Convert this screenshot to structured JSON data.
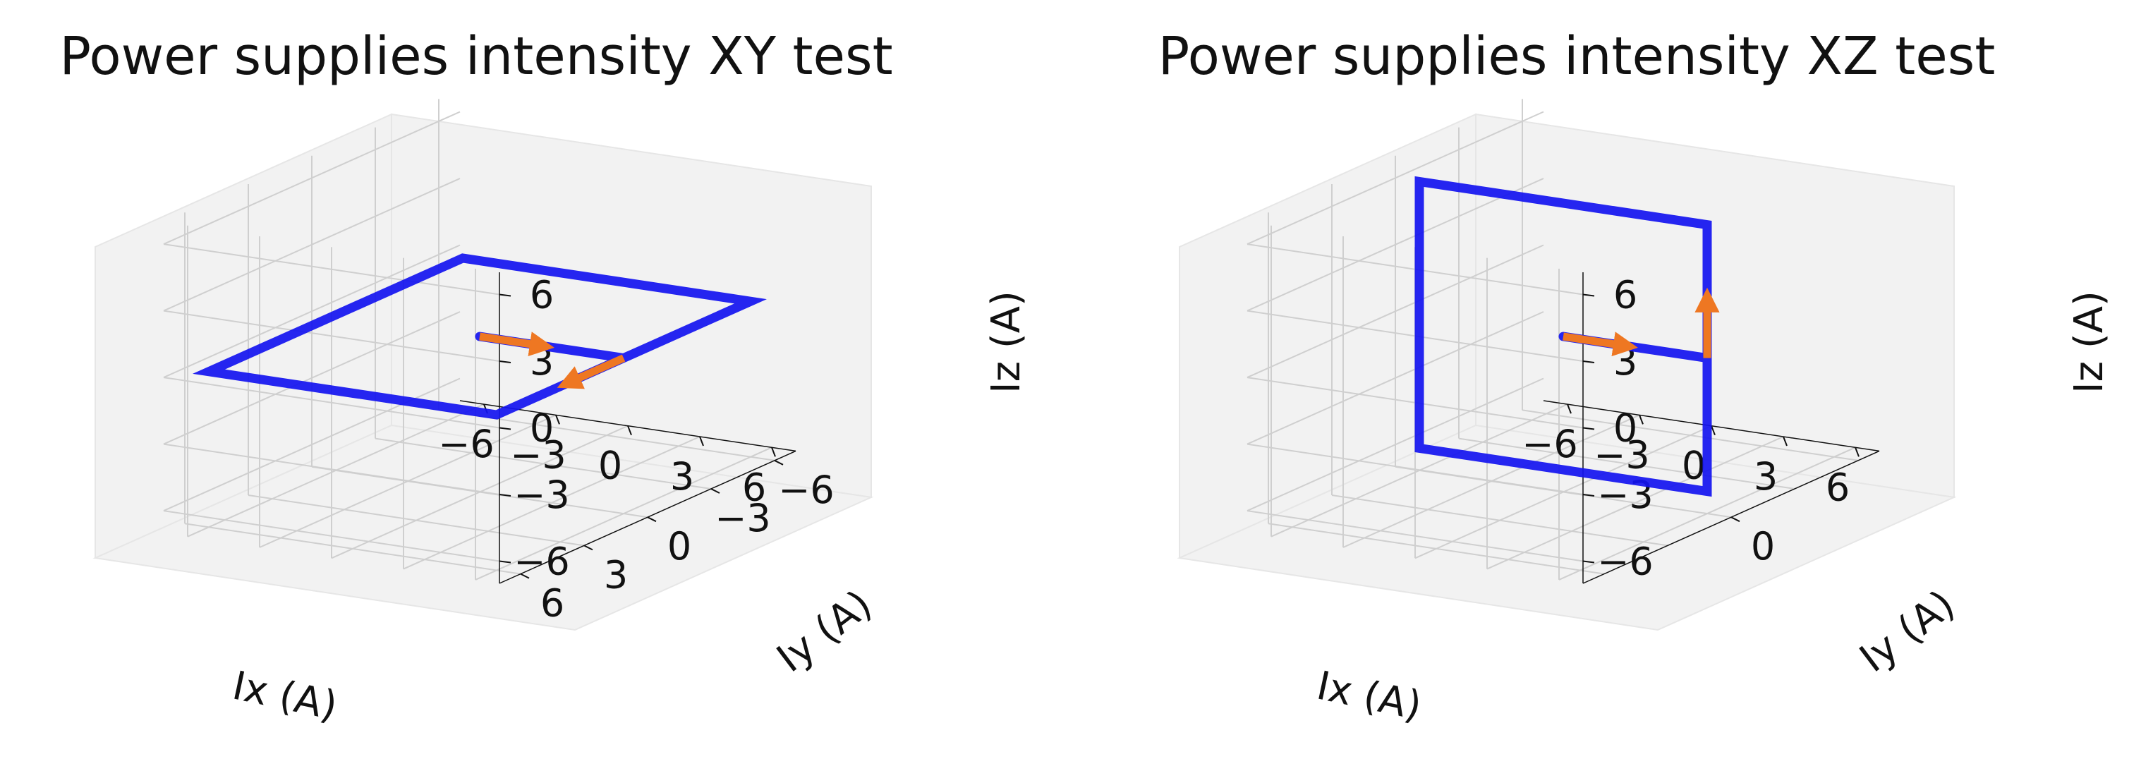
{
  "colors": {
    "path": "#1414f0",
    "arrow": "#ee7722",
    "pane_fill": "#f2f2f2",
    "grid": "#cfcfcf",
    "axis_line": "#111111"
  },
  "chart_data": [
    {
      "type": "line3d",
      "title": "Power supplies intensity XY test",
      "xlabel": "Ix (A)",
      "ylabel": "Iy (A)",
      "zlabel": "Iz (A)",
      "xticks": [
        "−6",
        "−3",
        "0",
        "3",
        "6"
      ],
      "yticks": [
        "−6",
        "−3",
        "0",
        "3",
        "6"
      ],
      "zticks": [
        "6",
        "3",
        "0",
        "−3",
        "−6"
      ],
      "xlim": [
        -7,
        7
      ],
      "ylim": [
        -7,
        7
      ],
      "zlim": [
        -7,
        7
      ],
      "grid": true,
      "series": [
        {
          "x": [
            0,
            6,
            6,
            -6,
            -6,
            6,
            6
          ],
          "y": [
            0,
            0,
            6,
            6,
            -6,
            -6,
            0
          ],
          "z": [
            0,
            0,
            0,
            0,
            0,
            0,
            0
          ]
        }
      ],
      "arrows": [
        {
          "x": 0,
          "y": 0,
          "z": 0,
          "dx": 2.5,
          "dy": 0,
          "dz": 0
        },
        {
          "x": 6,
          "y": 0,
          "z": 0,
          "dx": 0,
          "dy": 2.5,
          "dz": 0
        }
      ]
    },
    {
      "type": "line3d",
      "title": "Power supplies intensity XZ test",
      "xlabel": "Ix (A)",
      "ylabel": "Iy (A)",
      "zlabel": "Iz (A)",
      "xticks": [
        "−6",
        "−3",
        "0",
        "3",
        "6"
      ],
      "yticks": [
        "0"
      ],
      "zticks": [
        "6",
        "3",
        "0",
        "−3",
        "−6"
      ],
      "xlim": [
        -7,
        7
      ],
      "ylim": [
        -7,
        7
      ],
      "zlim": [
        -7,
        7
      ],
      "grid": true,
      "series": [
        {
          "x": [
            0,
            6,
            6,
            -6,
            -6,
            6,
            6
          ],
          "y": [
            0,
            0,
            0,
            0,
            0,
            0,
            0
          ],
          "z": [
            0,
            0,
            6,
            6,
            -6,
            -6,
            0
          ]
        }
      ],
      "arrows": [
        {
          "x": 0,
          "y": 0,
          "z": 0,
          "dx": 2.5,
          "dy": 0,
          "dz": 0
        },
        {
          "x": 6,
          "y": 0,
          "z": 0,
          "dx": 0,
          "dy": 0,
          "dz": 2.5
        }
      ]
    }
  ]
}
